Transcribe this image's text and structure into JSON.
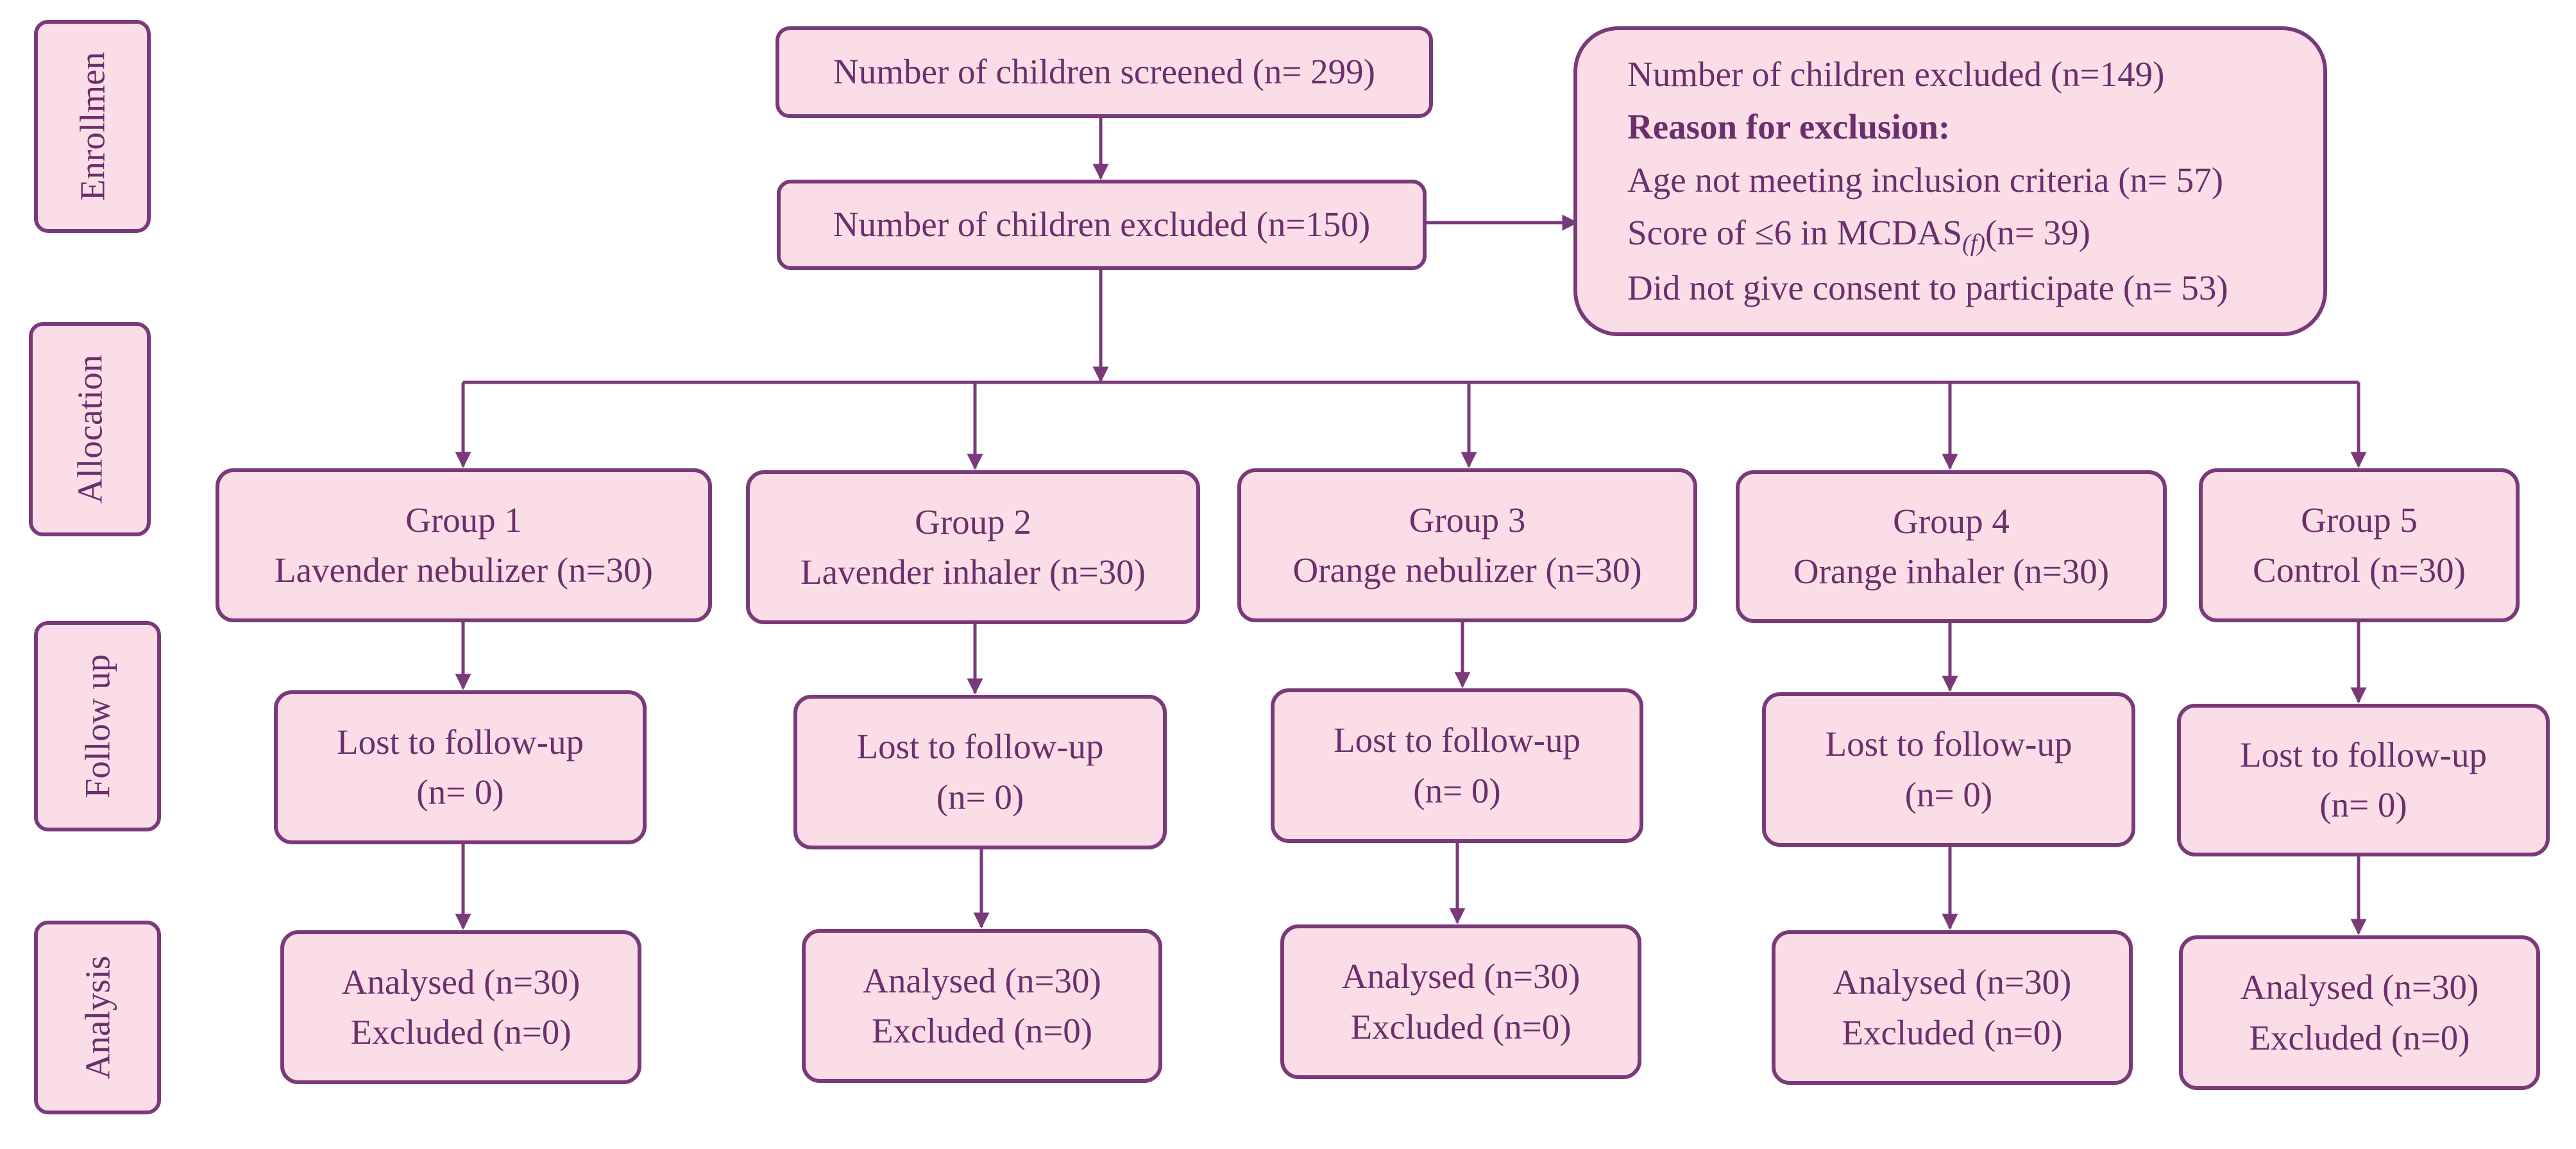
{
  "phases": {
    "enrollment": "Enrollmen",
    "allocation": "Allocation",
    "follow_up": "Follow up",
    "analysis": "Analysis"
  },
  "screened": "Number of children screened (n= 299)",
  "excluded": "Number of children excluded (n=150)",
  "exclusion_details": {
    "line1": "Number of children excluded (n=149)",
    "heading": "Reason for exclusion:",
    "reason1": "Age not meeting inclusion criteria (n= 57)",
    "reason2_pre": "Score of ≤6 in MCDAS",
    "reason2_sub": "(f)",
    "reason2_post": "(n= 39)",
    "reason3": "Did not give consent to participate (n= 53)"
  },
  "groups": [
    {
      "title": "Group 1",
      "desc": "Lavender nebulizer (n=30)",
      "lost1": "Lost to follow-up",
      "lost2": "(n= 0)",
      "analysed": "Analysed (n=30)",
      "excluded": "Excluded (n=0)"
    },
    {
      "title": "Group 2",
      "desc": "Lavender inhaler (n=30)",
      "lost1": "Lost to follow-up",
      "lost2": "(n= 0)",
      "analysed": "Analysed (n=30)",
      "excluded": "Excluded (n=0)"
    },
    {
      "title": "Group 3",
      "desc": "Orange nebulizer (n=30)",
      "lost1": "Lost to follow-up",
      "lost2": "(n= 0)",
      "analysed": "Analysed (n=30)",
      "excluded": "Excluded (n=0)"
    },
    {
      "title": "Group 4",
      "desc": "Orange inhaler (n=30)",
      "lost1": "Lost to follow-up",
      "lost2": "(n= 0)",
      "analysed": "Analysed (n=30)",
      "excluded": "Excluded (n=0)"
    },
    {
      "title": "Group 5",
      "desc": "Control (n=30)",
      "lost1": "Lost to follow-up",
      "lost2": "(n= 0)",
      "analysed": "Analysed (n=30)",
      "excluded": "Excluded (n=0)"
    }
  ]
}
